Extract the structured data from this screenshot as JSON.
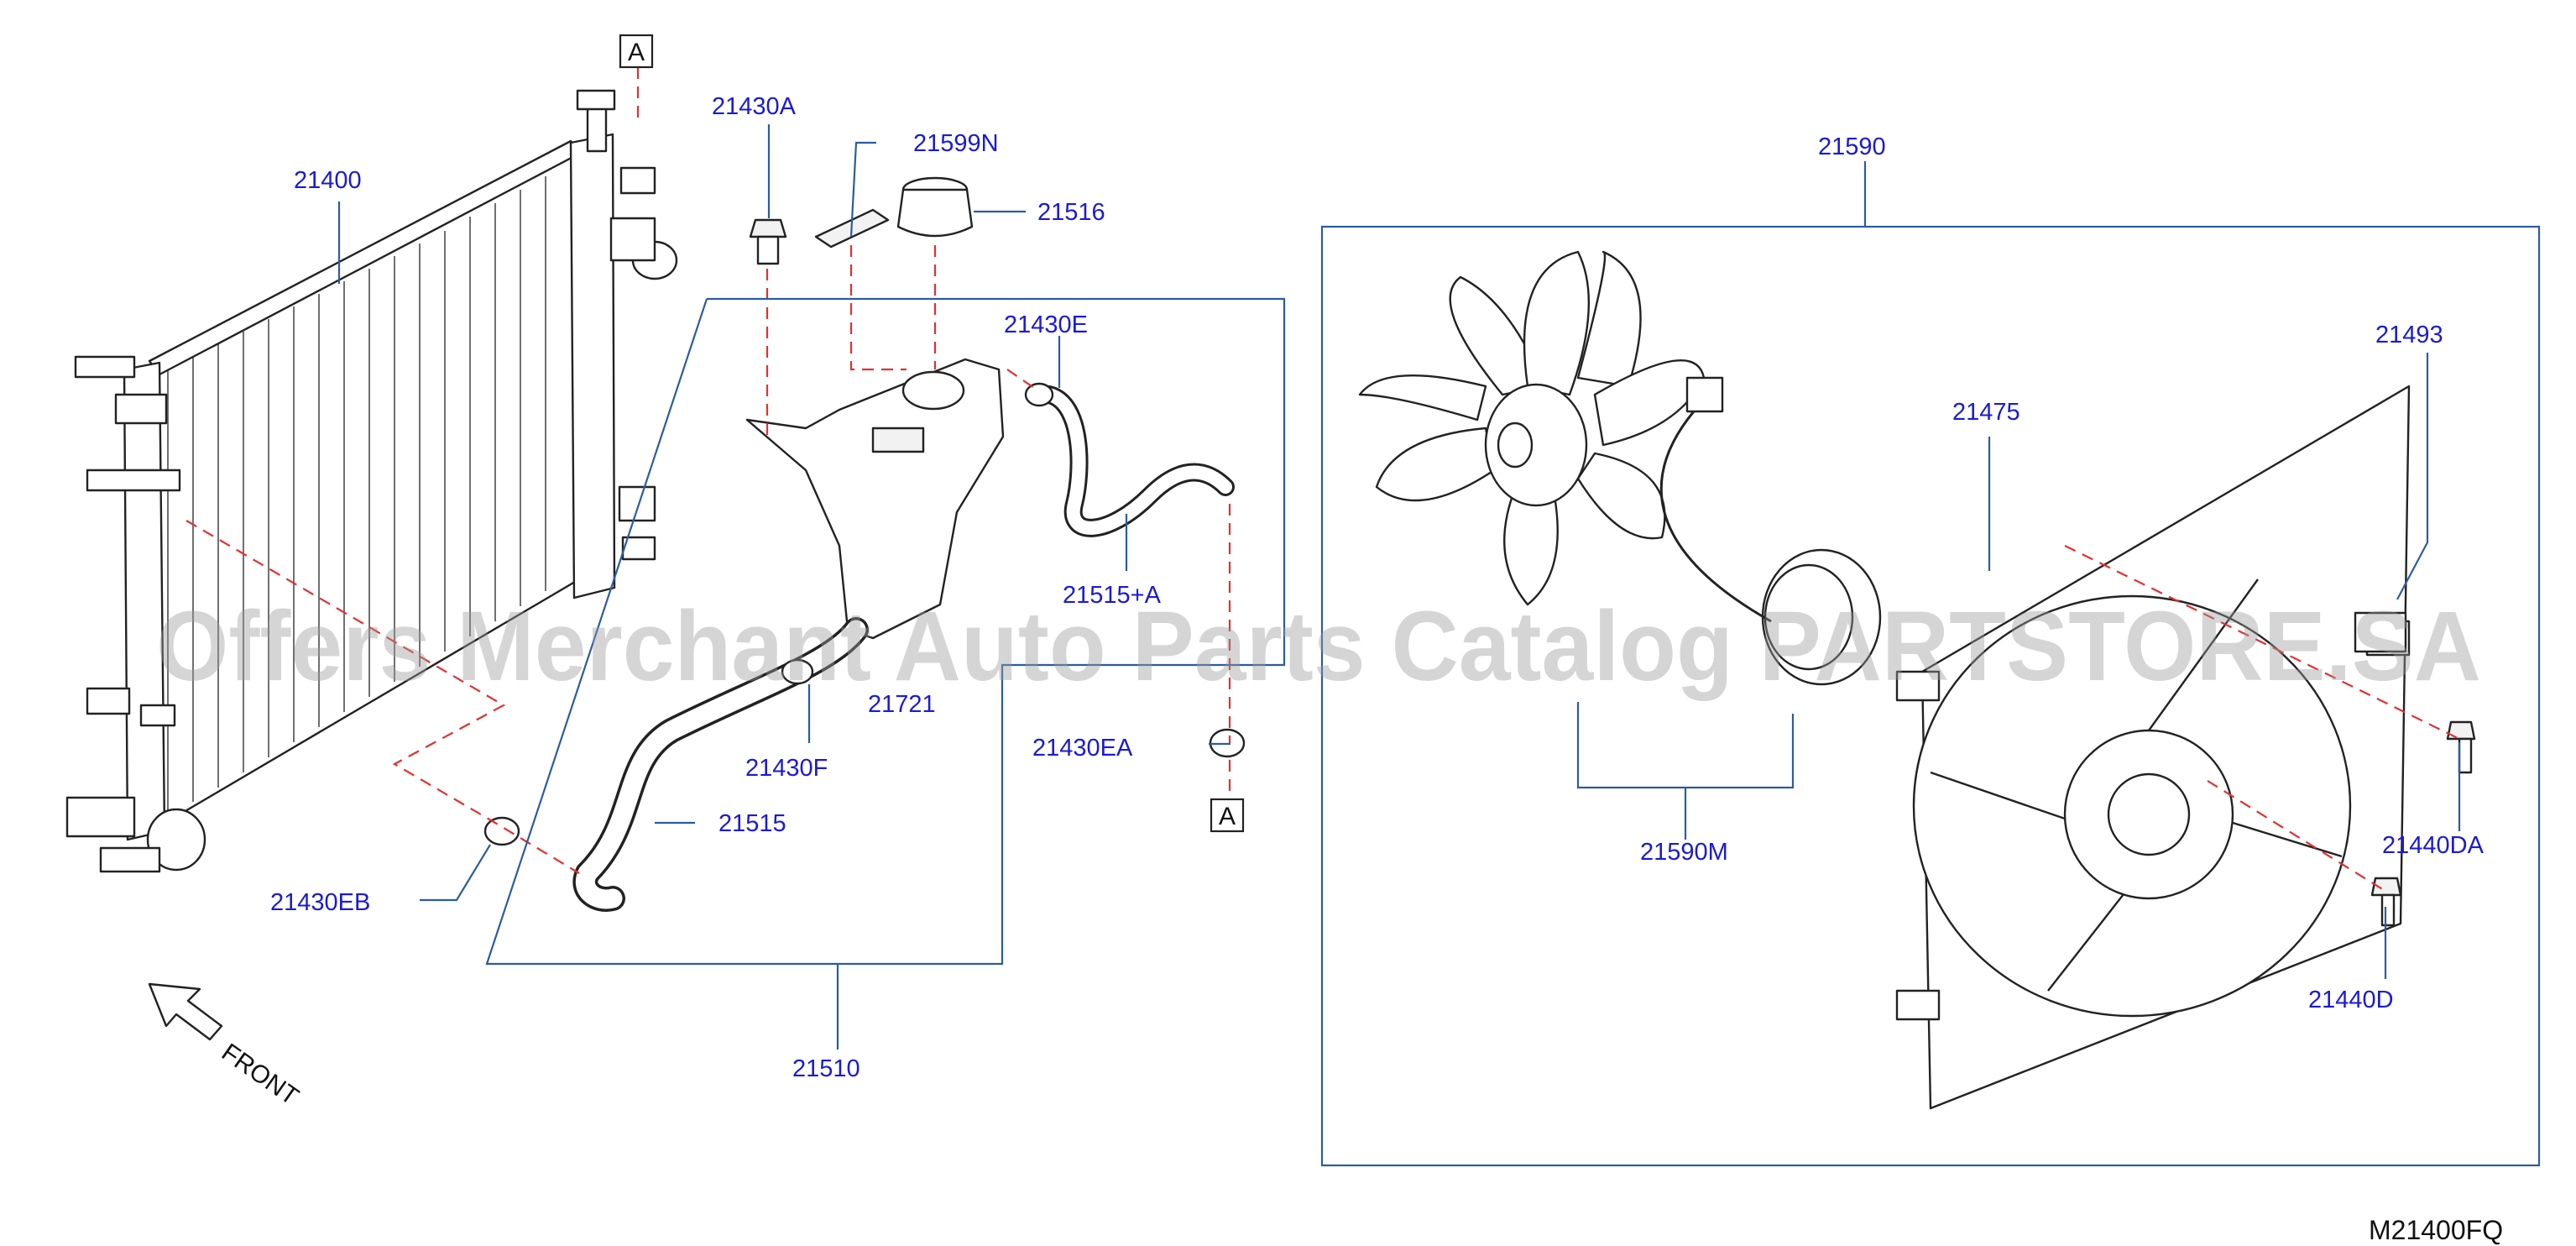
{
  "labels": {
    "l21400": "21400",
    "l21430A": "21430A",
    "l21599N": "21599N",
    "l21516": "21516",
    "l21430E": "21430E",
    "l21515A": "21515+A",
    "l21721": "21721",
    "l21430F": "21430F",
    "l21430EA": "21430EA",
    "l21515": "21515",
    "l21430EB": "21430EB",
    "l21510": "21510",
    "l21590": "21590",
    "l21493": "21493",
    "l21475": "21475",
    "l21440DA": "21440DA",
    "l21440D": "21440D",
    "l21590M": "21590M"
  },
  "ref_marks": {
    "top": "A",
    "bottom": "A"
  },
  "front_label": "FRONT",
  "diagram_code": "M21400FQ",
  "watermark": "Offers Merchant Auto Parts Catalog PARTSTORE.SA",
  "colors": {
    "label": "#1a1ad6",
    "leader": "#2a5d9f",
    "dashed_guide": "#e23030",
    "outline": "#222222"
  }
}
